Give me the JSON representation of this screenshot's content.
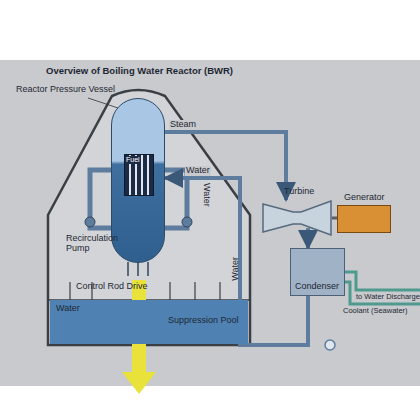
{
  "diagram": {
    "title": "Overview of Boiling Water Reactor (BWR)",
    "nodes": [
      {
        "text": [
          "Reactor Pressure Vessel"
        ]
      },
      {
        "text": [
          "Fuel"
        ],
        "in": 0
      },
      {
        "text": [
          "Turbine"
        ]
      },
      {
        "text": [
          "Generator"
        ]
      },
      {
        "text": [
          "Condenser"
        ]
      },
      {
        "text": [
          "Water",
          "Suppression Pool"
        ]
      }
    ],
    "edges": [
      {
        "from": 0,
        "to": 2,
        "label": "Steam",
        "arrow": "to"
      },
      {
        "from": 4,
        "to": 0,
        "label": "Water",
        "arrow": "to"
      },
      {
        "from": 2,
        "to": 4,
        "arrow": "to"
      },
      {
        "from": 2,
        "to": 3,
        "arrow": "none"
      }
    ],
    "labels": [
      "Recirculation Pump",
      "Control Rod Drive",
      "Water",
      "Water",
      "to Water Discharge",
      "Coolant (Seawater)"
    ]
  }
}
